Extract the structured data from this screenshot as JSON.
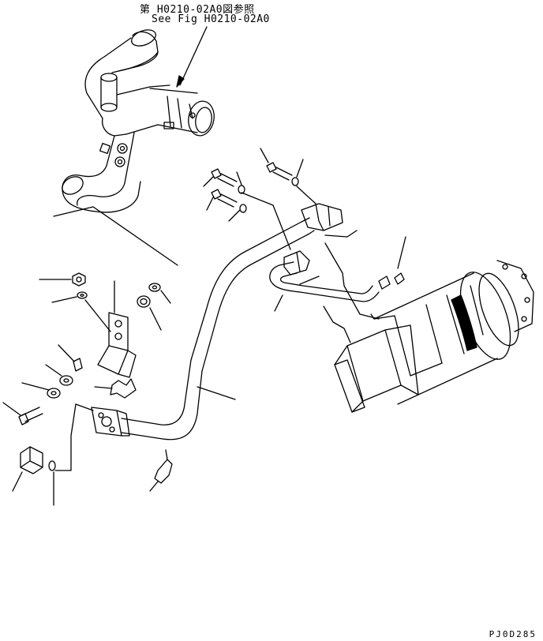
{
  "reference": {
    "japanese": "第 H0210-02A0図参照",
    "english": "See Fig H0210-02A0"
  },
  "drawing_code": "PJ0D285"
}
